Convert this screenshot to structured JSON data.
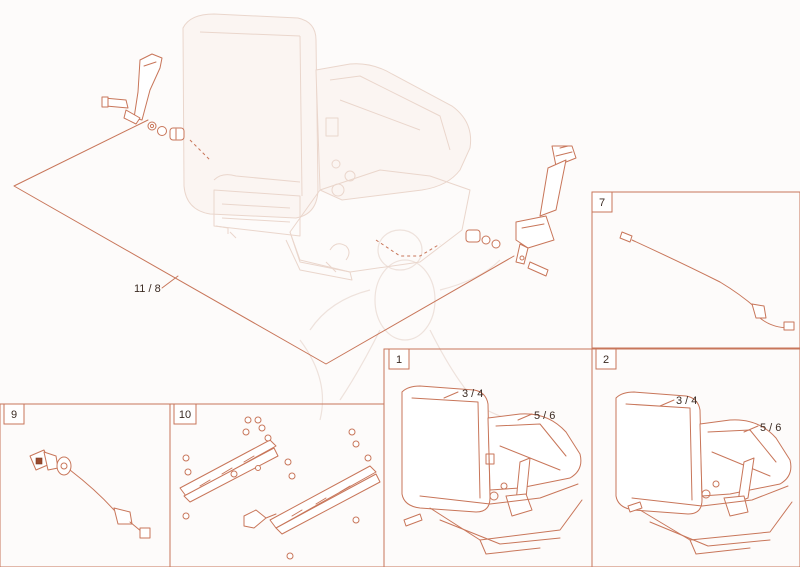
{
  "main_view": {
    "callout": "11 / 8"
  },
  "panels": [
    {
      "id": "panel-7",
      "tag": "7",
      "callouts": []
    },
    {
      "id": "panel-1",
      "tag": "1",
      "callouts": [
        "3 / 4",
        "5 / 6"
      ]
    },
    {
      "id": "panel-2",
      "tag": "2",
      "callouts": [
        "3 / 4",
        "5 / 6"
      ]
    },
    {
      "id": "panel-9",
      "tag": "9",
      "callouts": []
    },
    {
      "id": "panel-10",
      "tag": "10",
      "callouts": []
    }
  ],
  "colors": {
    "line": "#c8765a",
    "ghost": "#ead6cc",
    "text": "#3a2a22"
  },
  "icons": [
    "seat-drawing",
    "seat-belt-buckle-drawing",
    "seat-belt-retractor-drawing",
    "wire-harness-drawing",
    "seat-rail-drawing",
    "watermark-mascot"
  ]
}
